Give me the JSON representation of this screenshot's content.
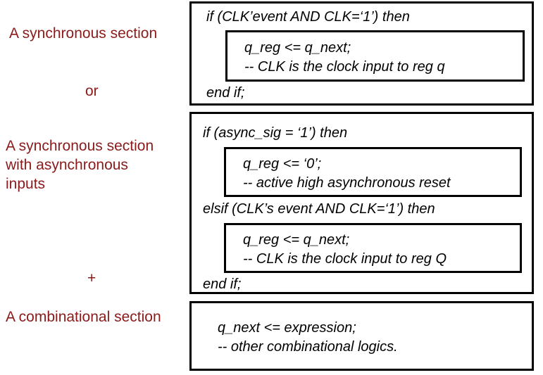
{
  "labels": {
    "sync_section": "A synchronous section",
    "or": "or",
    "sync_async_line1": "A synchronous section",
    "sync_async_line2": "with asynchronous",
    "sync_async_line3": "inputs",
    "plus": "+",
    "comb_section": "A combinational section"
  },
  "box1": {
    "line_if": "if (CLK’event AND CLK=‘1’) then",
    "inner_line1": "q_reg <= q_next;",
    "inner_line2": "-- CLK is the clock input to reg q",
    "line_end": "end if;"
  },
  "box2": {
    "line_if": "if (async_sig = ‘1’) then",
    "inner1_line1": "q_reg <= ‘0’;",
    "inner1_line2": "-- active high asynchronous reset",
    "line_elsif": "elsif (CLK’s event AND CLK=‘1’) then",
    "inner2_line1": "q_reg <= q_next;",
    "inner2_line2": "-- CLK is the clock input to reg Q",
    "line_end": "end if;"
  },
  "box3": {
    "line1": "q_next <= expression;",
    "line2": "-- other combinational logics."
  },
  "colors": {
    "label_text": "#8b1a1a",
    "code_text": "#000000",
    "border": "#000000"
  }
}
